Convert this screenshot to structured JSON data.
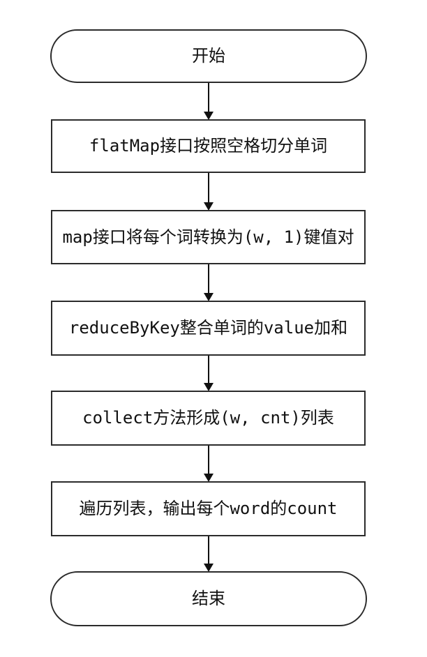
{
  "diagram": {
    "type": "flowchart",
    "direction": "top-to-bottom",
    "nodes": [
      {
        "id": "start",
        "shape": "terminal",
        "label": "开始"
      },
      {
        "id": "flatmap",
        "shape": "process",
        "label": "flatMap接口按照空格切分单词"
      },
      {
        "id": "map",
        "shape": "process",
        "label": "map接口将每个词转换为(w, 1)键值对"
      },
      {
        "id": "reducebykey",
        "shape": "process",
        "label": "reduceByKey整合单词的value加和"
      },
      {
        "id": "collect",
        "shape": "process",
        "label": "collect方法形成(w, cnt)列表"
      },
      {
        "id": "traverse",
        "shape": "process",
        "label": "遍历列表，输出每个word的count"
      },
      {
        "id": "end",
        "shape": "terminal",
        "label": "结束"
      }
    ],
    "edges": [
      {
        "from": "start",
        "to": "flatmap"
      },
      {
        "from": "flatmap",
        "to": "map"
      },
      {
        "from": "map",
        "to": "reducebykey"
      },
      {
        "from": "reducebykey",
        "to": "collect"
      },
      {
        "from": "collect",
        "to": "traverse"
      },
      {
        "from": "traverse",
        "to": "end"
      }
    ],
    "colors": {
      "stroke": "#2b2b2b",
      "arrow": "#111111",
      "fill": "#ffffff",
      "text": "#111111",
      "background": "#ffffff"
    }
  }
}
